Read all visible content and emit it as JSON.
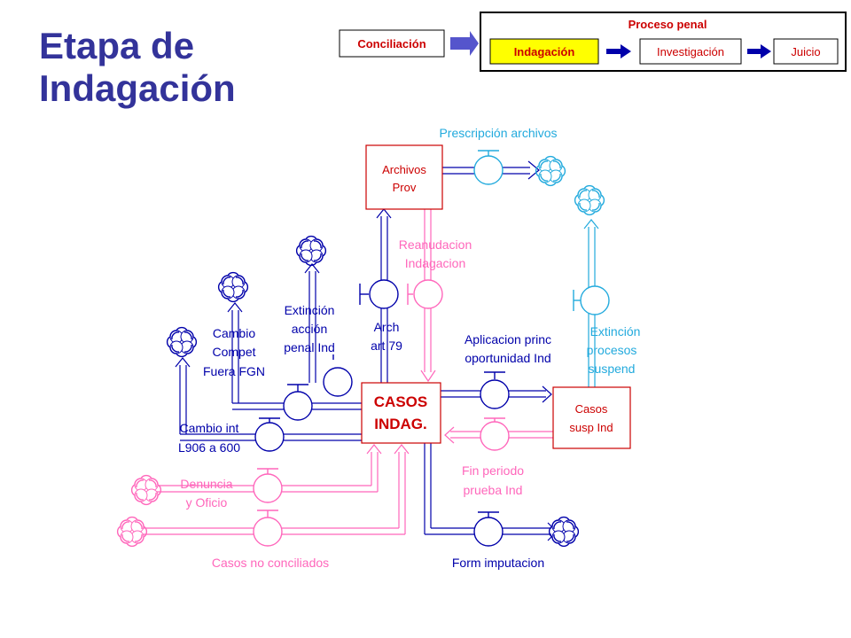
{
  "title": {
    "line1": "Etapa de",
    "line2": "Indagación"
  },
  "process_bar": {
    "group_label": "Proceso penal",
    "conciliacion": "Conciliación",
    "stages": [
      "Indagación",
      "Investigación",
      "Juicio"
    ],
    "active_stage": "Indagación"
  },
  "stocks": {
    "casos_indag": {
      "line1": "CASOS",
      "line2": "INDAG."
    },
    "archivos_prov": {
      "line1": "Archivos",
      "line2": "Prov"
    },
    "casos_susp": {
      "line1": "Casos",
      "line2": "susp Ind"
    }
  },
  "flows": {
    "prescripcion": "Prescripción archivos",
    "reanudacion": {
      "line1": "Reanudacion",
      "line2": "Indagacion"
    },
    "arch79": {
      "line1": "Arch",
      "line2": "art 79"
    },
    "extincion_accion": {
      "line1": "Extinción",
      "line2": "acción",
      "line3": "penal Ind"
    },
    "cambio_compet": {
      "line1": "Cambio",
      "line2": "Compet",
      "line3": "Fuera FGN"
    },
    "cambio_int": {
      "line1": "Cambio int",
      "line2": "L906 a 600"
    },
    "denuncia": {
      "line1": "Denuncia",
      "line2": "y  Oficio"
    },
    "casos_no_conciliados": "Casos no conciliados",
    "form_imputacion": "Form imputacion",
    "aplicacion": {
      "line1": "Aplicacion princ",
      "line2": "oportunidad Ind"
    },
    "extincion_procesos": {
      "line1": "Extinción",
      "line2": "procesos",
      "line3": "suspend"
    },
    "fin_periodo": {
      "line1": "Fin periodo",
      "line2": "prueba Ind"
    }
  },
  "colors": {
    "title": "#33339a",
    "navy": "#0000aa",
    "stock_border": "#cc0000",
    "pink": "#ff66bb",
    "cyan": "#22aadd",
    "active_stage_bg": "#ffff00",
    "arrow_purple": "#5555cc"
  },
  "icons": [
    "cloud-icon",
    "valve-icon",
    "arrow-right-icon"
  ]
}
